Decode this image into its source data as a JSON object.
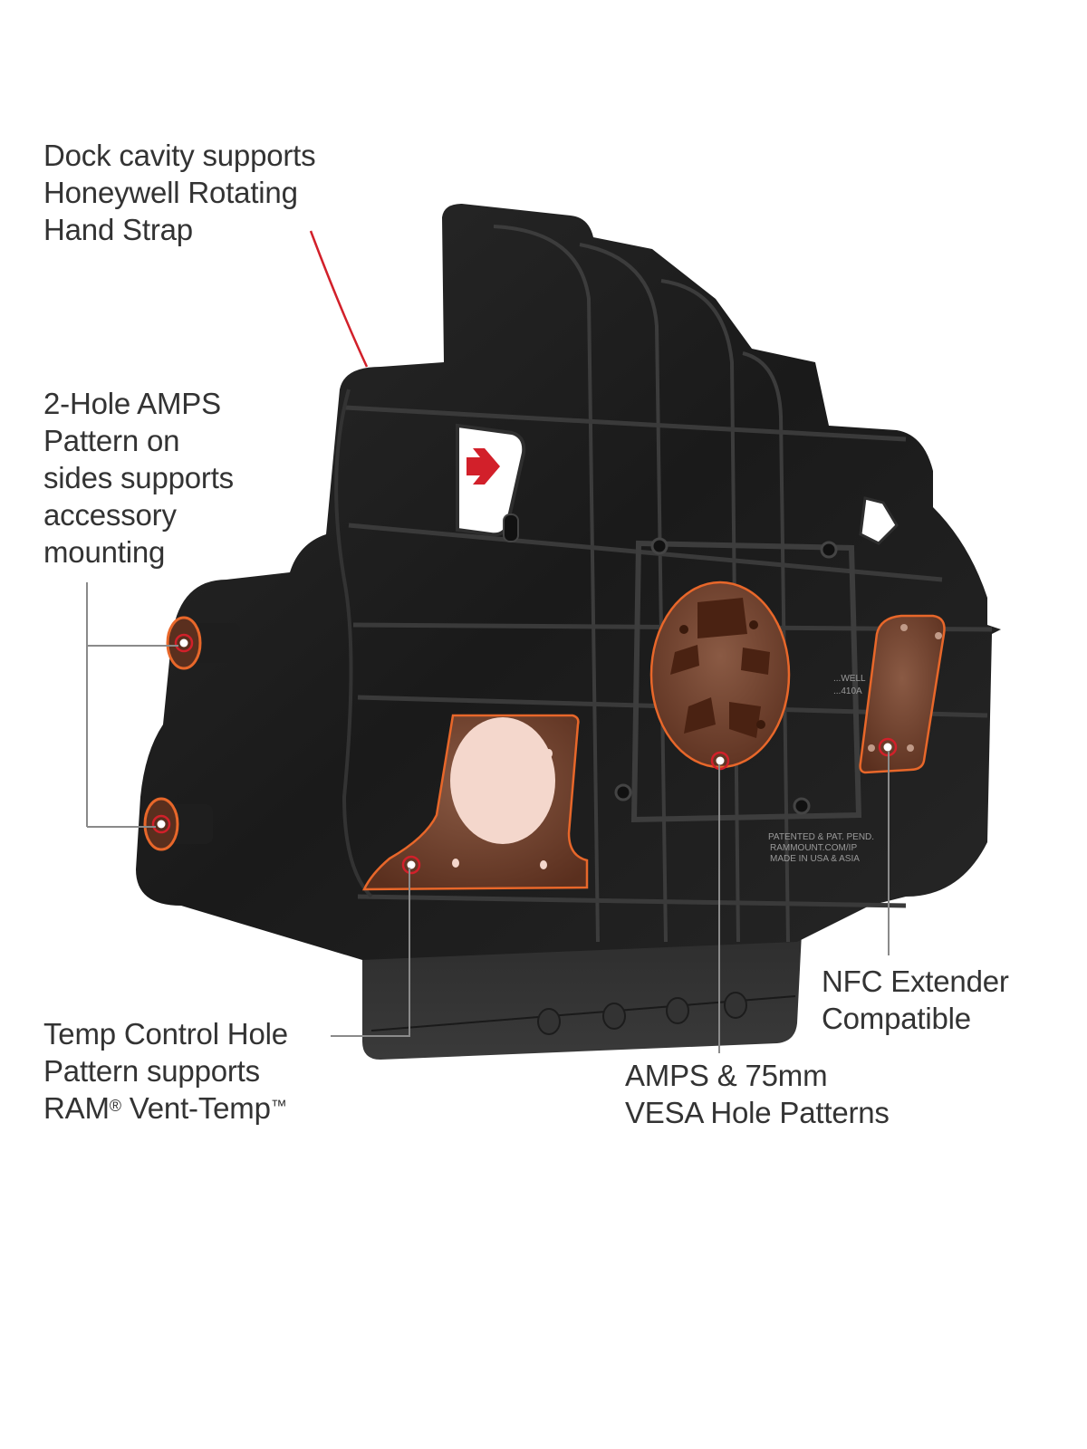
{
  "product": {
    "name": "Tablet dock (rear view)",
    "molded_text": [
      "PATENTED & PAT. PEND.",
      "RAMMOUNT.COM/IP",
      "MADE IN USA & ASIA"
    ],
    "partial_molded_text": [
      "...WELL",
      "...410A"
    ]
  },
  "callouts": [
    {
      "id": "dock-cavity",
      "lines": [
        "Dock cavity supports",
        "Honeywell Rotating",
        "Hand Strap"
      ]
    },
    {
      "id": "two-hole-amps",
      "lines": [
        "2-Hole AMPS",
        "Pattern on",
        "sides supports",
        "accessory",
        "mounting"
      ]
    },
    {
      "id": "temp-control",
      "line1": "Temp Control Hole",
      "line2": "Pattern supports",
      "line3_prefix": "RAM",
      "line3_reg": "®",
      "line3_mid": " Vent-Temp",
      "line3_tm": "™"
    },
    {
      "id": "nfc",
      "lines": [
        "NFC Extender",
        "Compatible"
      ]
    },
    {
      "id": "amps-vesa",
      "lines": [
        "AMPS & 75mm",
        "VESA Hole Patterns"
      ]
    }
  ],
  "colors": {
    "text": "#333333",
    "callout_line": "#8a8a8a",
    "accent_red": "#d2202a",
    "highlight_orange": "#e8672a",
    "highlight_fill": "#6b3a26",
    "dock_black": "#1b1b1b"
  }
}
